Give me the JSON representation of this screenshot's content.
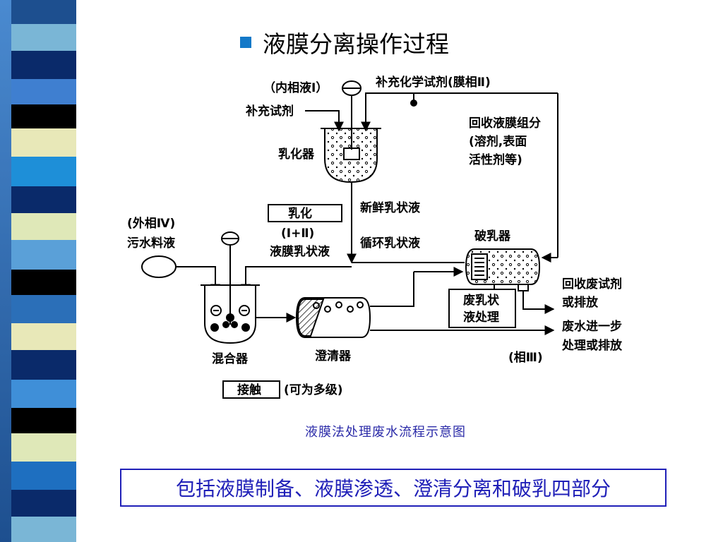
{
  "slide": {
    "title": "液膜分离操作过程",
    "caption": "液膜法处理废水流程示意图",
    "summary": "包括液膜制备、液膜渗透、澄清分离和破乳四部分"
  },
  "diagram": {
    "labels": {
      "internal_phase": "（内相液Ⅰ）",
      "add_chemical": "补充化学试剂(膜相Ⅱ)",
      "add_reagent": "补充试剂",
      "recover_line1": "回收液膜组分",
      "recover_line2": "(溶剂,表面",
      "recover_line3": "活性剂等)",
      "emulsifier": "乳化器",
      "fresh_emulsion": "新鲜乳状液",
      "emulsify_box": "乳化",
      "emul_sub1": "(Ⅰ+Ⅱ)",
      "emul_sub2": "液膜乳状液",
      "recycle_emulsion": "循环乳状液",
      "demulsifier": "破乳器",
      "external_line1": "(外相Ⅳ)",
      "external_line2": "污水料液",
      "recover_waste_line1": "回收废试剂",
      "recover_waste_line2": "或排放",
      "waste_emul_line1": "废乳状",
      "waste_emul_line2": "液处理",
      "wastewater_line1": "废水进一步",
      "wastewater_line2": "处理或排放",
      "mixer": "混合器",
      "settler": "澄清器",
      "phase3": "(相Ⅲ)",
      "contact_box": "接触",
      "multistage": "(可为多级)"
    }
  },
  "colors": {
    "accent_blue": "#1479c8",
    "summary_blue": "#2020b8",
    "caption_blue": "#2b2ba8"
  }
}
